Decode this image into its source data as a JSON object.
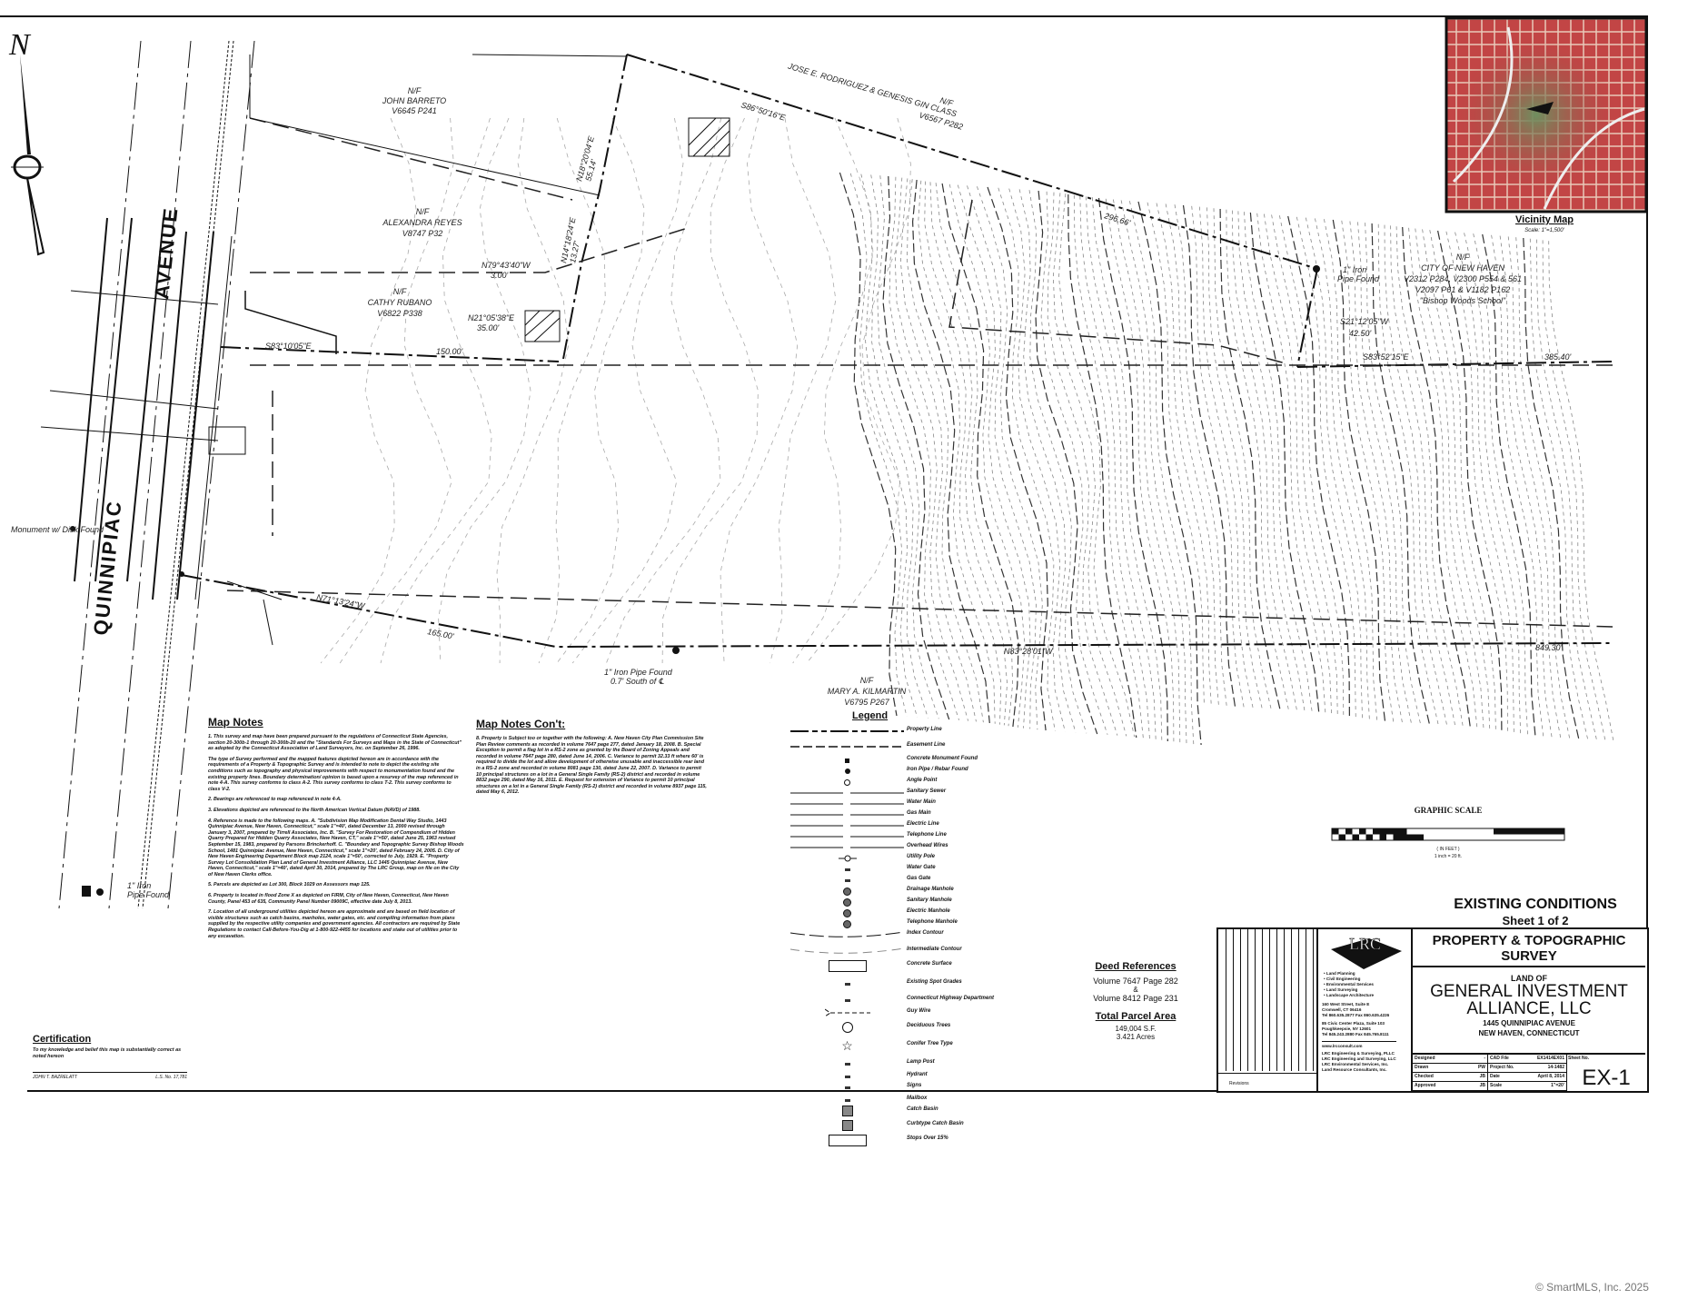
{
  "north_arrow": {
    "label": "N"
  },
  "road": {
    "name_1": "QUINNIPIAC",
    "name_2": "AVENUE"
  },
  "owners": [
    {
      "nf": "N/F",
      "name": "JOHN BARRETO",
      "ref": "V6645 P241"
    },
    {
      "nf": "N/F",
      "name": "ALEXANDRA REYES",
      "ref": "V8747 P32"
    },
    {
      "nf": "N/F",
      "name": "CATHY RUBANO",
      "ref": "V6822 P338"
    },
    {
      "nf": "N/F",
      "name": "JOSE E. RODRIGUEZ & GENESIS GIN CLASS",
      "ref": "V6567 P282"
    },
    {
      "nf": "N/F",
      "name": "CITY OF NEW HAVEN",
      "ref": "V2312 P284, V2300 P554 & 561",
      "ref2": "V2097 P61 & V1182 P162",
      "note": "\"Bishop Woods School\""
    },
    {
      "nf": "N/F",
      "name": "MARY A. KILMARTIN",
      "ref": "V6795 P267"
    }
  ],
  "bearings": {
    "b1": "S83°10'05\"E",
    "d1": "150.00'",
    "b2": "N71°13'24\"W",
    "d2": "165.00'",
    "b3": "N83°28'01\"W",
    "d3": "849.30'",
    "b4": "S86°50'16\"E",
    "d4": "296.66'",
    "b5": "S21°12'05\"W",
    "d5": "42.50'",
    "b6": "S83°52'15\"E",
    "d6": "385.40'",
    "b7": "N21°05'38\"E",
    "d7": "35.00'",
    "b8": "N79°43'40\"W",
    "d8": "3.00'",
    "b9": "N14°18'24\"E",
    "d9": "13.27'",
    "b10": "N18°20'04\"E",
    "d10": "55.14'"
  },
  "monuments": {
    "monument_disk": "Monument w/ Disk Found",
    "pipe_sw_1": "1\" Iron",
    "pipe_sw_2": "Pipe Found",
    "pipe_s_1": "1\" Iron Pipe Found",
    "pipe_s_2": "0.7' South of ℄",
    "pipe_ne_1": "1\" Iron",
    "pipe_ne_2": "Pipe Found"
  },
  "vicinity_map": {
    "title": "Vicinity Map",
    "scale": "Scale: 1\"=1,500'"
  },
  "map_notes": {
    "title": "Map Notes",
    "paragraphs": [
      "1. This survey and map have been prepared pursuant to the regulations of Connecticut State Agencies, section 20-300b-1 through 20-300b-20 and the \"Standards For Surveys and Maps in the State of Connecticut\" as adopted by the Connecticut Association of Land Surveyors, Inc. on September 26, 1996.",
      "The type of Survey performed and the mapped features depicted hereon are in accordance with the requirements of a Property & Topographic Survey and is intended to note to depict the existing site conditions such as topography and physical improvements with respect to monumentation found and the existing property lines. Boundary determination/ opinion is based upon a resurvey of the map referenced in note 4-A. This survey conforms to class A-2. This survey conforms to class T-2. This survey conforms to class V-2.",
      "2. Bearings are referenced to map referenced in note 4-A.",
      "3. Elevations depicted are referenced to the North American Vertical Datum (NAVD) of 1988.",
      "4. Reference is made to the following maps. A. \"Subdivision Map Modification Dental Way Studio, 1443 Quinnipiac Avenue, New Haven, Connecticut,\" scale 1\"=40', dated December 13, 2000 revised through January 3, 2007, prepared by Tirrell Associates, Inc. B. \"Survey For Restoration of Compendium of Hidden Quarry Prepared for Hidden Quarry Associates, New Haven, CT,\" scale 1\"=50', dated June 25, 1963 revised September 15, 1983, prepared by Parsons Brinckerhoff. C. \"Boundary and Topographic Survey Bishop Woods School, 1481 Quinnipiac Avenue, New Haven, Connecticut,\" scale 1\"=20', dated February 24, 2005. D. City of New Haven Engineering Department Block map 2124, scale 1\"=50', corrected to July, 1929. E. \"Property Survey Lot Consolidation Plan Land of General Investment Alliance, LLC 1445 Quinnipiac Avenue, New Haven, Connecticut,\" scale 1\"=40', dated April 30, 2014, prepared by The LRC Group, map on file on the City of New Haven Clerks office.",
      "5. Parcels are depicted as Lot 300, Block 1029 on Assessors map 125.",
      "6. Property is located in flood Zone X as depicted on FIRM, City of New Haven, Connecticut, New Haven County, Panel 453 of 635, Community Panel Number 09009C, effective date July 8, 2013.",
      "7. Location of all underground utilities depicted hereon are approximate and are based on field location of visible structures such as catch basins, manholes, water gates, etc. and compiling information from plans supplied by the respective utility companies and government agencies. All contractors are required by State Regulations to contact Call-Before-You-Dig at 1-800-922-4455 for locations and stake out of utilities prior to any excavation."
    ]
  },
  "map_notes_cont": {
    "title": "Map Notes Con't:",
    "paragraphs": [
      "8. Property is Subject too or together with the following: A. New Haven City Plan Commission Site Plan Review comments as recorded in volume 7647 page 277, dated January 18, 2008. B. Special Exception to permit a flag lot in a RS-2 zone as granted by the Board of Zoning Appeals and recorded in volume 7647 page 280, dated June 14, 2006. C. Variance to permit 32.33 ft where 60' is required to divide the lot and allow development of otherwise unusable and inaccessible rear land in a RS-2 zone and recorded in volume 8081 page 130, dated June 22, 2007. D. Variance to permit 10 principal structures on a lot in a General Single Family (RS-2) district and recorded in volume 8832 page 290, dated May 16, 2011. E. Request for extension of Variance to permit 10 principal structures on a lot in a General Single Family (RS-2) district and recorded in volume 8937 page 115, dated May 6, 2012."
    ]
  },
  "certification": {
    "title": "Certification",
    "text": "To my knowledge and belief this map is substantially correct as noted hereon",
    "signer": "JOHN T. BAZRELATT",
    "license": "L.S. No. 17,781"
  },
  "legend": {
    "title": "Legend",
    "items": [
      {
        "symbol": "property-line",
        "label": "Property Line"
      },
      {
        "symbol": "easement-line",
        "label": "Easement Line"
      },
      {
        "symbol": "square",
        "label": "Concrete Monument Found"
      },
      {
        "symbol": "dot",
        "label": "Iron Pipe / Rebar Found"
      },
      {
        "symbol": "circle",
        "label": "Angle Point"
      },
      {
        "symbol": "util-line",
        "label": "Sanitary Sewer"
      },
      {
        "symbol": "util-line",
        "label": "Water Main"
      },
      {
        "symbol": "util-line",
        "label": "Gas Main"
      },
      {
        "symbol": "util-line",
        "label": "Electric Line"
      },
      {
        "symbol": "util-line",
        "label": "Telephone Line"
      },
      {
        "symbol": "util-line",
        "label": "Overhead Wires"
      },
      {
        "symbol": "pole",
        "label": "Utility Pole"
      },
      {
        "symbol": "small",
        "label": "Water Gate"
      },
      {
        "symbol": "small",
        "label": "Gas Gate"
      },
      {
        "symbol": "manhole",
        "label": "Drainage Manhole"
      },
      {
        "symbol": "manhole",
        "label": "Sanitary Manhole"
      },
      {
        "symbol": "manhole",
        "label": "Electric Manhole"
      },
      {
        "symbol": "manhole",
        "label": "Telephone Manhole"
      },
      {
        "symbol": "contour",
        "label": "Index Contour"
      },
      {
        "symbol": "contour-light",
        "label": "Intermediate Contour"
      },
      {
        "symbol": "rect",
        "label": "Concrete Surface"
      },
      {
        "symbol": "small",
        "label": "Existing Spot Grades"
      },
      {
        "symbol": "small",
        "label": "Connecticut Highway Department"
      },
      {
        "symbol": "guy",
        "label": "Guy Wire"
      },
      {
        "symbol": "tree",
        "label": "Deciduous Trees"
      },
      {
        "symbol": "star",
        "label": "Conifer Tree Type"
      },
      {
        "symbol": "small",
        "label": "Lamp Post"
      },
      {
        "symbol": "small",
        "label": "Hydrant"
      },
      {
        "symbol": "small",
        "label": "Signs"
      },
      {
        "symbol": "small",
        "label": "Mailbox"
      },
      {
        "symbol": "basin",
        "label": "Catch Basin"
      },
      {
        "symbol": "basin",
        "label": "Curbtype Catch Basin"
      },
      {
        "symbol": "rect",
        "label": "Stops Over 15%"
      }
    ]
  },
  "deed": {
    "title": "Deed References",
    "line1": "Volume 7647 Page 282",
    "amp": "&",
    "line2": "Volume 8412 Page 231",
    "area_title": "Total Parcel Area",
    "area_sf": "149,004 S.F.",
    "area_acres": "3.421 Acres"
  },
  "graphic_scale": {
    "title": "GRAPHIC SCALE",
    "units": "( IN FEET )",
    "ratio": "1 inch = 20 ft."
  },
  "sheet": {
    "title": "EXISTING CONDITIONS",
    "subtitle": "Sheet 1 of 2"
  },
  "title_block": {
    "firm_logo": "LRC",
    "services": [
      "• Land Planning",
      "• Civil Engineering",
      "• Environmental Services",
      "• Land Surveying",
      "• Landscape Architecture"
    ],
    "address1": "160 West Street, Suite E",
    "address1b": "Cromwell, CT 06416",
    "phone1": "Tel 860.635.2877 Fax 860.635.4226",
    "address2": "85 Civic Center Plaza, Suite 103",
    "address2b": "Poughkeepsie, NY 12601",
    "phone2": "Tel 845.243.2880 Fax 845.765.8111",
    "web": "www.lrcconsult.com",
    "companies": [
      "LRC Engineering & Surveying, PLLC",
      "LRC Engineering and Surveying, LLC",
      "LRC Environmental Services, Inc.",
      "Land Resource Consultants, Inc."
    ],
    "revisions_label": "Revisions",
    "project_title": "PROPERTY & TOPOGRAPHIC SURVEY",
    "land_of": "LAND OF",
    "owner1": "GENERAL INVESTMENT",
    "owner2": "ALLIANCE, LLC",
    "address": "1445 QUINNIPIAC AVENUE",
    "city": "NEW HAVEN, CONNECTICUT",
    "fields": [
      {
        "label": "Designed",
        "value": "-"
      },
      {
        "label": "Drawn",
        "value": "PW"
      },
      {
        "label": "Checked",
        "value": "JB"
      },
      {
        "label": "Approved",
        "value": "JB"
      }
    ],
    "fields2": [
      {
        "label": "CAD File",
        "value": "EX1414EX01"
      },
      {
        "label": "Project No.",
        "value": "14-1482"
      },
      {
        "label": "Date",
        "value": "April 8, 2014"
      },
      {
        "label": "Scale",
        "value": "1\"=20'"
      }
    ],
    "sheet_label": "Sheet No.",
    "sheet_no": "EX-1"
  },
  "copyright": "© SmartMLS, Inc. 2025"
}
